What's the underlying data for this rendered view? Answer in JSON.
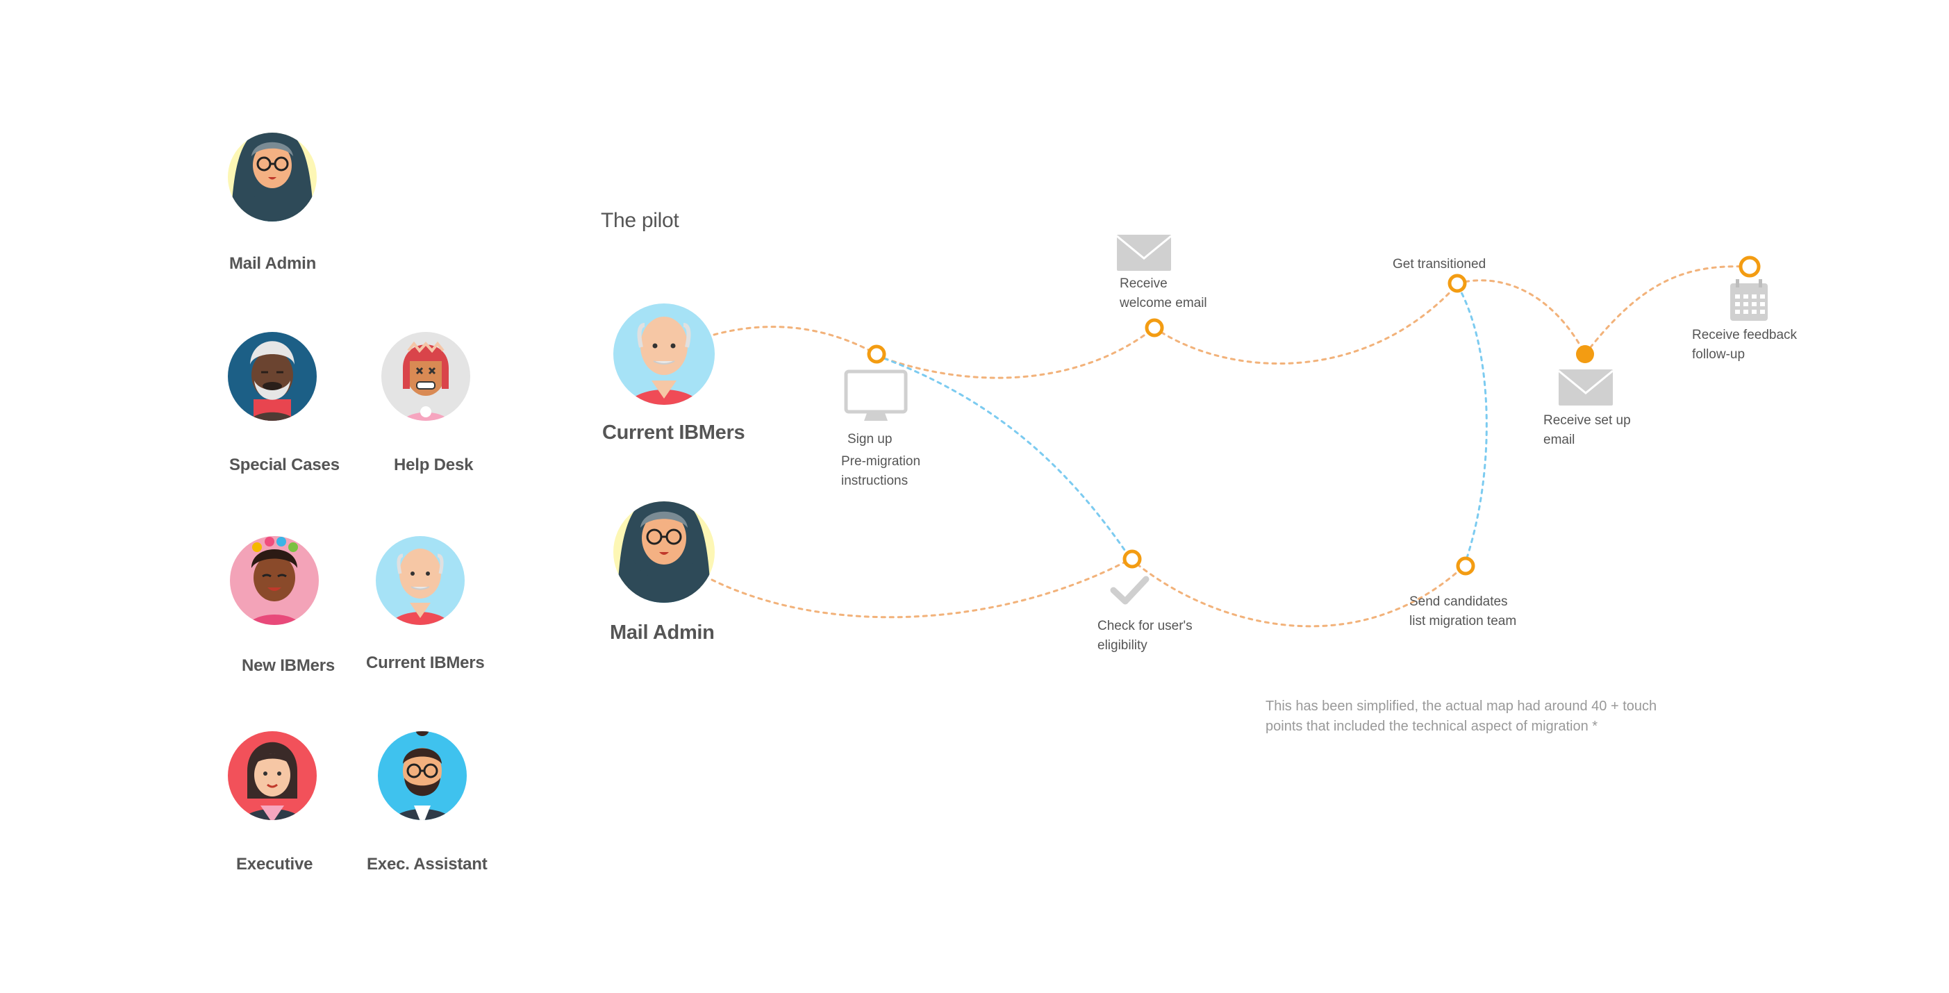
{
  "personas": [
    {
      "id": "mail-admin",
      "name": "Mail Admin",
      "bg": "#fdf7b5"
    },
    {
      "id": "special-cases",
      "name": "Special Cases",
      "bg": "#1c5f86"
    },
    {
      "id": "help-desk",
      "name": "Help Desk",
      "bg": "#e4e4e4"
    },
    {
      "id": "new-ibmers",
      "name": "New IBMers",
      "bg": "#f3a3b8"
    },
    {
      "id": "current-ibmers",
      "name": "Current IBMers",
      "bg": "#a6e2f6"
    },
    {
      "id": "executive",
      "name": "Executive",
      "bg": "#f2515a"
    },
    {
      "id": "exec-assistant",
      "name": "Exec. Assistant",
      "bg": "#3fc2ee"
    }
  ],
  "diagram": {
    "title": "The pilot",
    "actors": [
      {
        "name": "Current IBMers"
      },
      {
        "name": "Mail Admin"
      }
    ],
    "steps": {
      "sign_up": [
        "Sign up",
        "Pre-migration",
        "instructions"
      ],
      "welcome": [
        "Receive",
        "welcome email"
      ],
      "transitioned": [
        "Get transitioned"
      ],
      "setup": [
        "Receive set up",
        "email"
      ],
      "feedback": [
        "Receive feedback",
        "follow-up"
      ],
      "eligibility": [
        "Check for user's",
        "eligibility"
      ],
      "send_candidates": [
        "Send candidates",
        "list migration team"
      ]
    },
    "note": [
      "This has been simplified, the actual map had around 40 + touch",
      "points that included the technical aspect of migration *"
    ]
  },
  "colors": {
    "accent": "#f39c12",
    "path_orange": "#f2b27a",
    "path_blue": "#7ccbf0",
    "icon_gray": "#d0d0d0",
    "text": "#555555",
    "note": "#999999"
  }
}
